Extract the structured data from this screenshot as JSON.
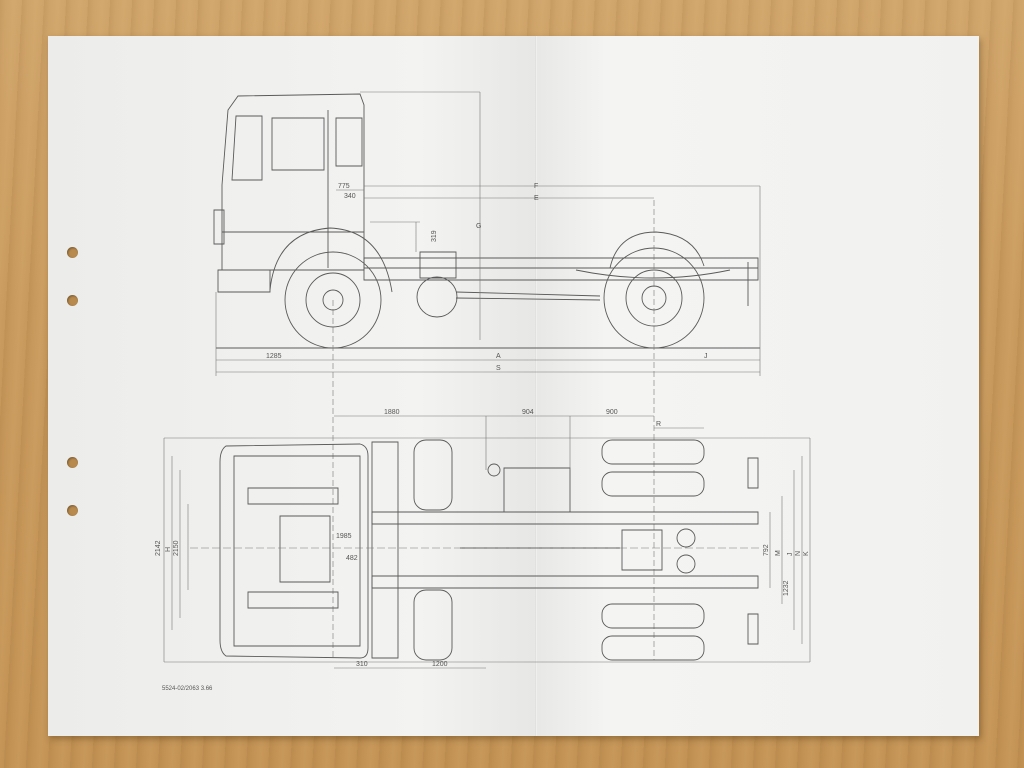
{
  "document": {
    "footer_code": "5524-02/2063 3.66"
  },
  "side_view": {
    "dimension_labels": [
      "775",
      "340",
      "319",
      "1285",
      "A",
      "S",
      "J",
      "G",
      "F",
      "E"
    ]
  },
  "top_view": {
    "dimension_labels": [
      "1880",
      "904",
      "900",
      "R",
      "2142",
      "H",
      "2150",
      "1985",
      "482",
      "M",
      "J",
      "N",
      "K",
      "792",
      "1232",
      "310",
      "1200"
    ]
  },
  "colors": {
    "table": "#c49a5e",
    "paper": "#f1f1ef",
    "ink": "#5a5a5a"
  }
}
